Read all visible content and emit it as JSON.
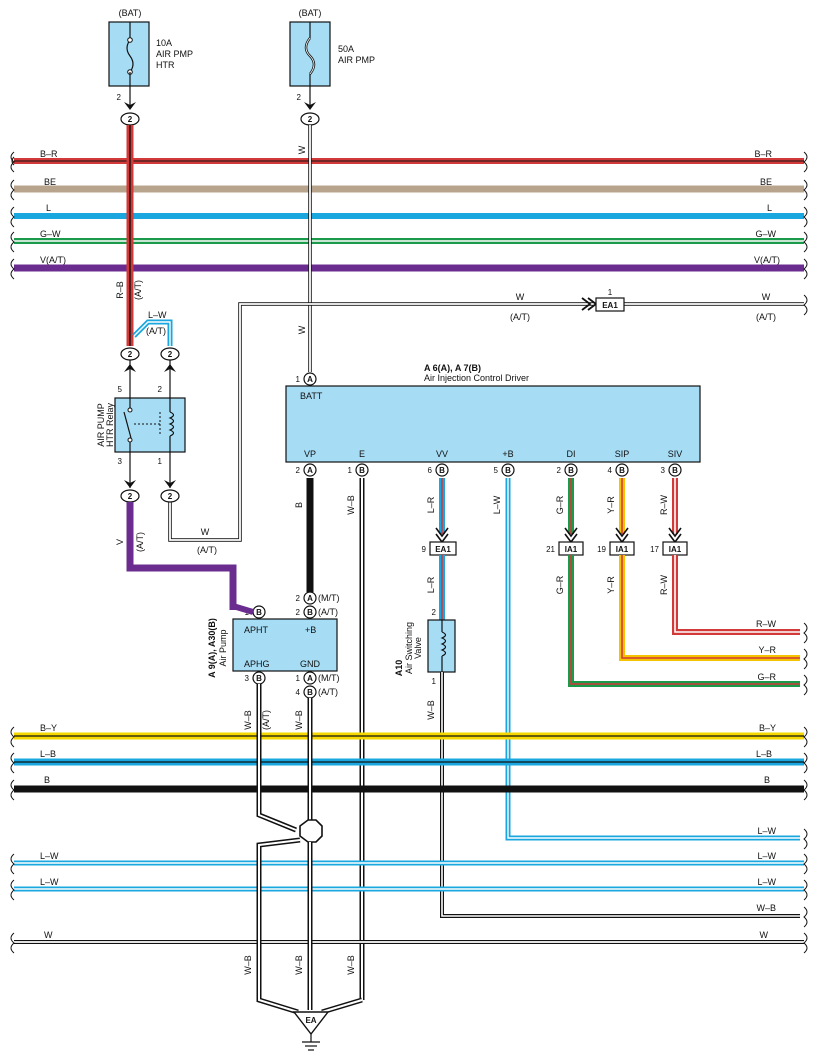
{
  "fuses": [
    {
      "source": "(BAT)",
      "rating": "10A",
      "name1": "AIR PMP",
      "name2": "HTR",
      "pin": "2",
      "connector": "2"
    },
    {
      "source": "(BAT)",
      "rating": "50A",
      "name1": "AIR PMP",
      "name2": "",
      "pin": "2",
      "connector": "2"
    }
  ],
  "bus_top": [
    {
      "id": "br",
      "left": "B–R",
      "right": "B–R",
      "color": "#d23a3a",
      "stripe": "#111111"
    },
    {
      "id": "be",
      "left": "BE",
      "right": "BE",
      "color": "#b8a48c",
      "stripe": ""
    },
    {
      "id": "l",
      "left": "L",
      "right": "L",
      "color": "#1aa7e0",
      "stripe": ""
    },
    {
      "id": "gw",
      "left": "G–W",
      "right": "G–W",
      "color": "#1a9a4a",
      "stripe": "#ffffff"
    },
    {
      "id": "va",
      "left": "V(A/T)",
      "right": "V(A/T)",
      "color": "#6a2d8f",
      "stripe": ""
    }
  ],
  "bus_bottom": [
    {
      "id": "by",
      "left": "B–Y",
      "right": "B–Y",
      "color": "#f5d800",
      "stripe": "#111111"
    },
    {
      "id": "lb",
      "left": "L–B",
      "right": "L–B",
      "color": "#1aa7e0",
      "stripe": "#111111"
    },
    {
      "id": "b",
      "left": "B",
      "right": "B",
      "color": "#111111",
      "stripe": ""
    }
  ],
  "bus_low": [
    {
      "id": "lw1",
      "left": "L–W",
      "right": "L–W"
    },
    {
      "id": "lw2",
      "left": "L–W",
      "right": "L–W"
    },
    {
      "id": "w",
      "left": "W",
      "right": "W"
    }
  ],
  "driver": {
    "title": "A 6(A), A 7(B)",
    "subtitle": "Air Injection Control Driver",
    "top_pin": "1",
    "top_conn": "A",
    "top_label": "BATT",
    "pins": [
      {
        "label": "VP",
        "num": "2",
        "conn": "A"
      },
      {
        "label": "E",
        "num": "1",
        "conn": "B"
      },
      {
        "label": "VV",
        "num": "6",
        "conn": "B"
      },
      {
        "label": "+B",
        "num": "5",
        "conn": "B"
      },
      {
        "label": "DI",
        "num": "2",
        "conn": "B"
      },
      {
        "label": "SIP",
        "num": "4",
        "conn": "B"
      },
      {
        "label": "SIV",
        "num": "3",
        "conn": "B"
      }
    ]
  },
  "relay": {
    "name1": "AIR PUMP",
    "name2": "HTR Relay",
    "pin5": "5",
    "pin3": "3",
    "pin2": "2",
    "pin1": "1",
    "conn_top_l": "2",
    "conn_top_r": "2",
    "conn_bot_l": "2",
    "conn_bot_r": "2",
    "wire_lw": "L–W",
    "wire_at": "(A/T)",
    "wire_rb": "R–B",
    "wire_at2": "(A/T)",
    "wire_v": "V",
    "wire_v_at": "(A/T)",
    "wire_w": "W",
    "wire_w_at": "(A/T)"
  },
  "w_top_wire": {
    "left": "W",
    "left_at": "(A/T)",
    "connector": "EA1",
    "pin": "1",
    "right": "W",
    "right_at": "(A/T)"
  },
  "fuse2_wire": "W",
  "driver_wire": "W",
  "pump": {
    "title": "A 9(A), A30(B)",
    "subtitle": "Air Pump",
    "aphT": "APHT",
    "plusB": "+B",
    "aphg": "APHG",
    "gnd": "GND",
    "pinAPHT": "1",
    "connAPHT": "B",
    "pinPlusA": "2",
    "connPlusA": "A",
    "mt1": "(M/T)",
    "pinPlusB": "2",
    "connPlusB": "B",
    "at1": "(A/T)",
    "pinAPHG": "3",
    "connAPHG": "B",
    "pinGndA": "1",
    "connGndA": "A",
    "mt2": "(M/T)",
    "pinGndB": "4",
    "connGndB": "B",
    "at2": "(A/T)"
  },
  "valve": {
    "title": "A10",
    "name1": "Air Switching",
    "name2": "Valve",
    "pin_top": "2",
    "pin_bot": "1"
  },
  "wires": {
    "vp": "B",
    "e": "W–B",
    "vv": "L–R",
    "vv2": "L–R",
    "pb": "L–W",
    "di": "G–R",
    "di2": "G–R",
    "sip": "Y–R",
    "sip2": "Y–R",
    "siv": "R–W",
    "siv2": "R–W",
    "aphg_wb": "W–B",
    "aphg_at": "(A/T)",
    "gnd_wb": "W–B",
    "valve_wb": "W–B",
    "gr_right": "G–R",
    "yr_right": "Y–R",
    "rw_right": "R–W",
    "lw_right": "L–W",
    "wb_right": "W–B",
    "g1": "W–B",
    "g2": "W–B",
    "g3": "W–B"
  },
  "ia_connectors": [
    {
      "pin": "9",
      "name": "EA1"
    },
    {
      "pin": "21",
      "name": "IA1"
    },
    {
      "pin": "19",
      "name": "IA1"
    },
    {
      "pin": "17",
      "name": "IA1"
    }
  ],
  "ground": {
    "label": "EA"
  }
}
